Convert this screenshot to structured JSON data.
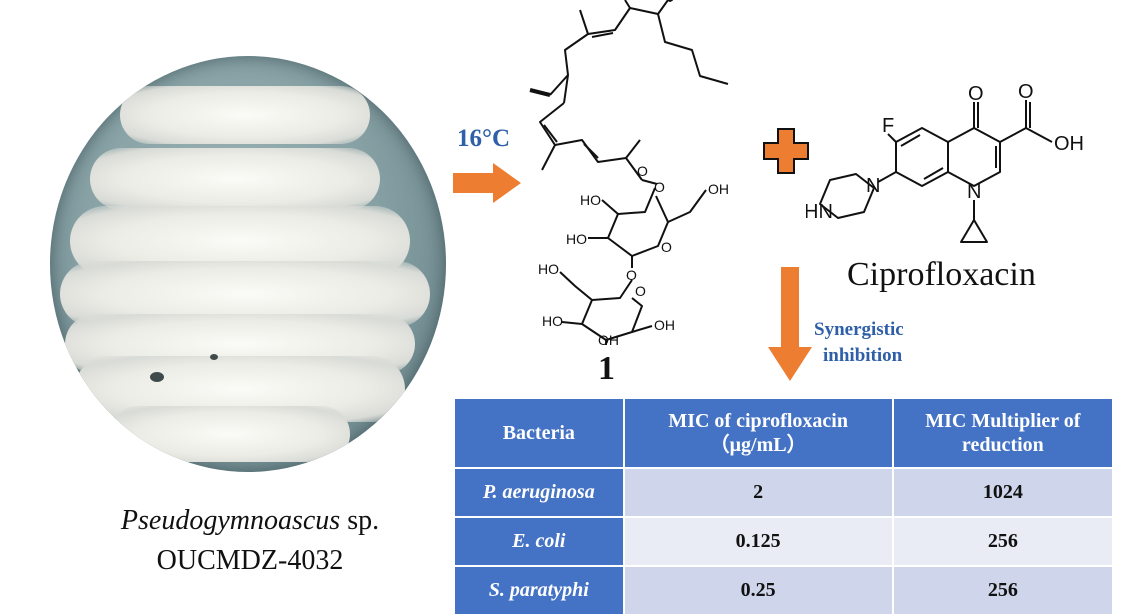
{
  "organism": {
    "genus": "Pseudogymnoascus",
    "suffix": "sp.",
    "strain": "OUCMDZ-4032"
  },
  "condition": {
    "temperature": "16°C"
  },
  "compound": {
    "label": "1"
  },
  "drug": {
    "name": "Ciprofloxacin",
    "atoms": {
      "F": "F",
      "O": "O",
      "OH": "OH",
      "N1": "N",
      "N2": "N",
      "HN": "HN"
    }
  },
  "sugar_labels": {
    "ho1": "HO",
    "ho2": "HO",
    "oh1": "OH",
    "ho3": "HO",
    "ho4": "HO",
    "oh2": "OH",
    "oh3": "OH",
    "o_ring1": "O",
    "o_ring2": "O",
    "o_link": "O",
    "o_ester": "O",
    "o_carbonyl": "O"
  },
  "synergy": {
    "line1": "Synergistic",
    "line2": "inhibition"
  },
  "colors": {
    "arrow": "#ed7d31",
    "accent_text": "#2e5fa8",
    "table_header": "#4472c4",
    "table_row_dark": "#cfd5ea",
    "table_row_light": "#e9ebf5"
  },
  "table": {
    "headers": [
      "Bacteria",
      "MIC of ciprofloxacin",
      "MIC Multiplier of"
    ],
    "header_sub": [
      "",
      "（μg/mL）",
      "reduction"
    ],
    "rows": [
      {
        "bacteria": "P. aeruginosa",
        "mic": "2",
        "multiplier": "1024"
      },
      {
        "bacteria": "E. coli",
        "mic": "0.125",
        "multiplier": "256"
      },
      {
        "bacteria": "S. paratyphi",
        "mic": "0.25",
        "multiplier": "256"
      }
    ]
  }
}
